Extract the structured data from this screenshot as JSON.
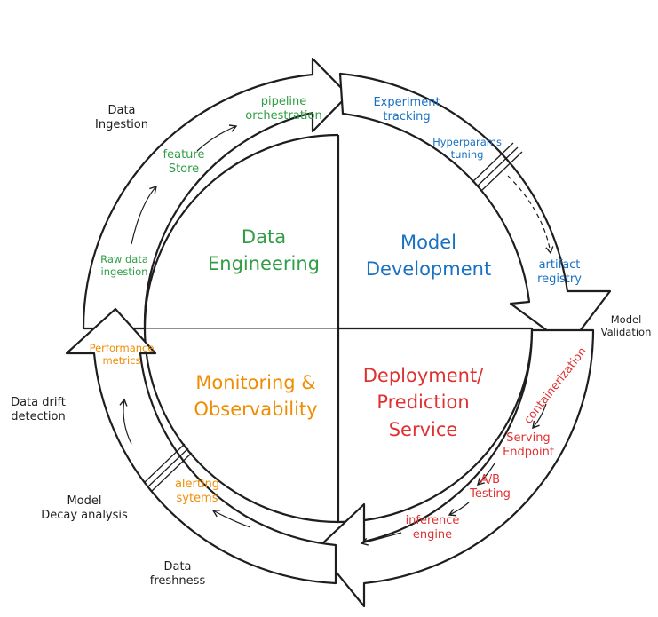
{
  "colors": {
    "data_engineering": "#2f9e44",
    "model_development": "#1971c2",
    "monitoring": "#f08c00",
    "deployment": "#e03131",
    "outline": "#1e1e1e"
  },
  "quadrants": {
    "data_engineering": [
      "Data",
      "Engineering"
    ],
    "model_development": [
      "Model",
      "Development"
    ],
    "monitoring": [
      "Monitoring &",
      "Observability"
    ],
    "deployment": [
      "Deployment/",
      "Prediction",
      "Service"
    ]
  },
  "ring_labels": {
    "pipeline_orchestration": [
      "pipeline",
      "orchestration"
    ],
    "feature_store": [
      "feature",
      "Store"
    ],
    "raw_data_ingestion": [
      "Raw data",
      "ingestion"
    ],
    "experiment_tracking": [
      "Experiment",
      "tracking"
    ],
    "hyperparams_tuning": [
      "Hyperparams",
      "tuning"
    ],
    "artifact_registry": [
      "artifact",
      "registry"
    ],
    "containerization": "containerization",
    "serving_endpoint": [
      "Serving",
      "Endpoint"
    ],
    "ab_testing": [
      "A/B",
      "Testing"
    ],
    "inference_engine": [
      "inference",
      "engine"
    ],
    "alerting_systems": [
      "alerting",
      "sytems"
    ],
    "performance_metrics": [
      "Performance",
      "metrics"
    ]
  },
  "outer_labels": {
    "data_ingestion": [
      "Data",
      "Ingestion"
    ],
    "model_validation": [
      "Model",
      "Validation"
    ],
    "data_drift_detection": [
      "Data drift",
      "detection"
    ],
    "model_decay_analysis": [
      "Model",
      "Decay analysis"
    ],
    "data_freshness": [
      "Data",
      "freshness"
    ]
  }
}
